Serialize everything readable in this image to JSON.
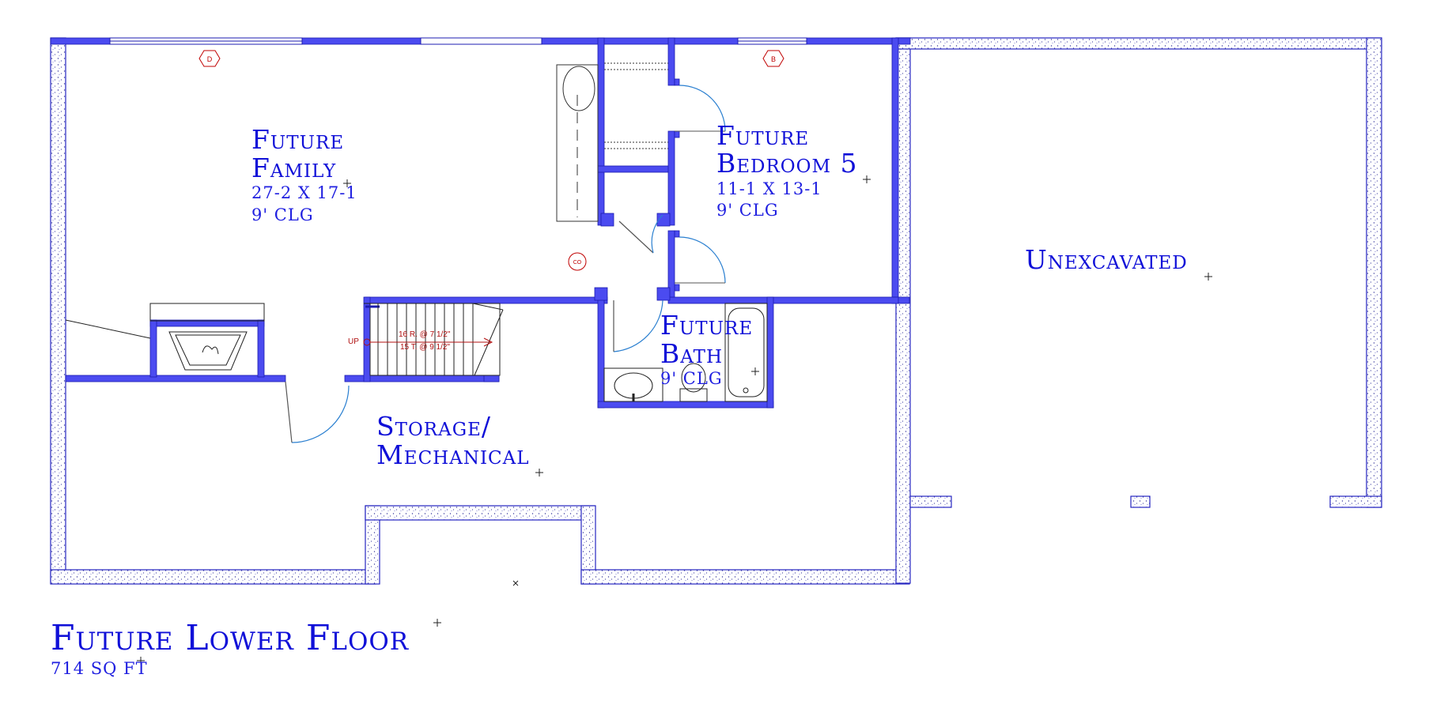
{
  "rooms": {
    "family": {
      "name_line1": "Future",
      "name_line2": "Family",
      "size": "27-2 X 17-1",
      "ceiling": "9' CLG"
    },
    "bedroom": {
      "name_line1": "Future",
      "name_line2": "Bedroom 5",
      "size": "11-1 X 13-1",
      "ceiling": "9' CLG"
    },
    "bath": {
      "name_line1": "Future",
      "name_line2": "Bath",
      "ceiling": "9' CLG"
    },
    "storage": {
      "name_line1": "Storage/",
      "name_line2": "Mechanical"
    },
    "unexcavated": {
      "name": "Unexcavated"
    }
  },
  "stairs": {
    "direction": "UP",
    "risers": "16 R. @ 7 1/2\"",
    "treads": "15 T. @ 9 1/2\""
  },
  "tags": {
    "window_d": "D",
    "window_b": "B",
    "co": "CO"
  },
  "footer": {
    "title": "Future Lower Floor",
    "area": "714 SQ FT"
  },
  "colors": {
    "wall": "#4b4bf0",
    "wall_outline": "#1c1cb0",
    "text": "#1010d8",
    "tag": "#c00000"
  }
}
